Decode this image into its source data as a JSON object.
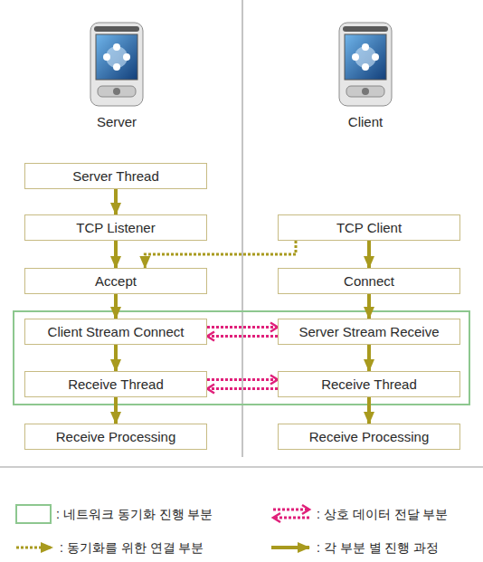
{
  "diagram": {
    "nodes": [
      {
        "text": [
          "Server Thread"
        ]
      },
      {
        "text": [
          "TCP Listener"
        ]
      },
      {
        "text": [
          "TCP Client"
        ]
      },
      {
        "text": [
          "Accept"
        ]
      },
      {
        "text": [
          "Connect"
        ]
      },
      {
        "text": [
          "Client Stream Connect"
        ]
      },
      {
        "text": [
          "Server Stream Receive"
        ]
      },
      {
        "text": [
          "Receive Thread"
        ]
      },
      {
        "text": [
          "Receive Thread"
        ]
      },
      {
        "text": [
          "Receive Processing"
        ]
      },
      {
        "text": [
          "Receive Processing"
        ]
      }
    ],
    "edges": [
      {
        "from": 0,
        "to": 1,
        "arrow": "to"
      },
      {
        "from": 1,
        "to": 3,
        "arrow": "to"
      },
      {
        "from": 3,
        "to": 5,
        "arrow": "to"
      },
      {
        "from": 5,
        "to": 7,
        "arrow": "to"
      },
      {
        "from": 7,
        "to": 9,
        "arrow": "to"
      },
      {
        "from": 2,
        "to": 4,
        "arrow": "to"
      },
      {
        "from": 4,
        "to": 6,
        "arrow": "to"
      },
      {
        "from": 6,
        "to": 8,
        "arrow": "to"
      },
      {
        "from": 8,
        "to": 10,
        "arrow": "to"
      },
      {
        "from": 2,
        "to": 3,
        "arrow": "to"
      },
      {
        "from": 5,
        "to": 6,
        "arrow": "to"
      },
      {
        "from": 6,
        "to": 5,
        "arrow": "to"
      },
      {
        "from": 7,
        "to": 8,
        "arrow": "to"
      },
      {
        "from": 8,
        "to": 7,
        "arrow": "to"
      }
    ],
    "labels": [
      "Server",
      "Client"
    ],
    "legend": [
      {
        "text": ": 네트워크 동기화 진행 부분"
      },
      {
        "text": ": 상호 데이터 전달 부분"
      },
      {
        "text": ": 동기화를 위한 연결 부분"
      },
      {
        "text": ": 각 부분 별 진행 과정"
      }
    ]
  }
}
